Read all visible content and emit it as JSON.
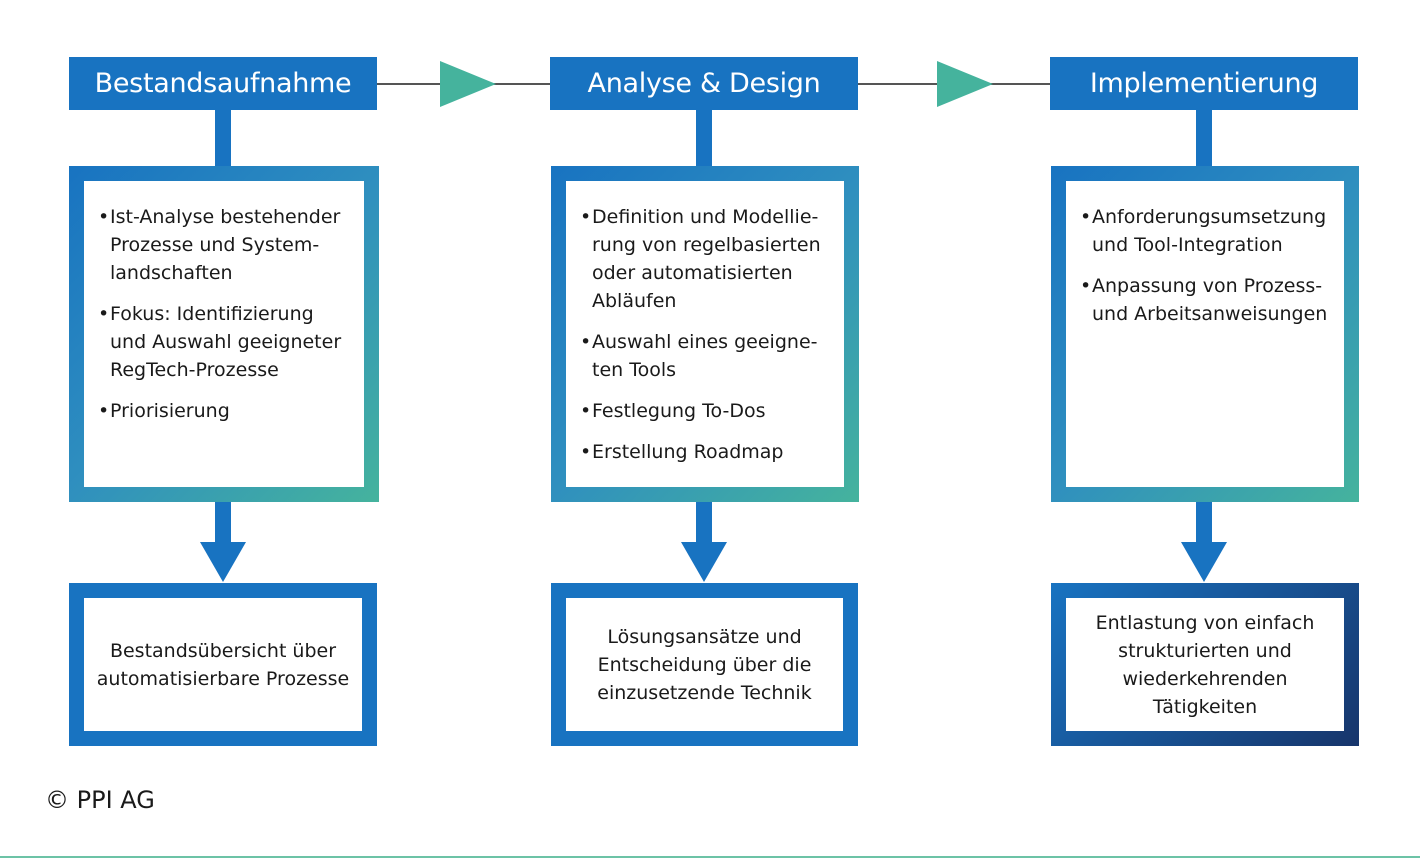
{
  "colors": {
    "primary_blue": "#1873c1",
    "accent_green": "#45b39d",
    "dark_navy": "#17356b",
    "footer_rule": "#6cc3a6"
  },
  "phases": [
    {
      "title": "Bestandsaufnahme",
      "bullets": [
        "Ist-Analyse bestehender Prozesse und System-landschaften",
        "Fokus: Identifizierung und Auswahl geeigneter RegTech-Prozesse",
        "Priorisierung"
      ],
      "result": "Bestandsübersicht über automatisierbare Prozesse"
    },
    {
      "title": "Analyse & Design",
      "bullets": [
        "Definition und Modellie-rung von regelbasierten oder automatisierten Abläufen",
        "Auswahl eines geeigne-ten Tools",
        "Festlegung To-Dos",
        "Erstellung Roadmap"
      ],
      "result": "Lösungsansätze und Entscheidung über die einzusetzende Technik"
    },
    {
      "title": "Implementierung",
      "bullets": [
        "Anforderungsumsetzung und Tool-Integration",
        "Anpassung von Prozess- und Arbeitsanweisungen"
      ],
      "result": "Entlastung von einfach strukturierten und wiederkehrenden Tätigkeiten"
    }
  ],
  "footer": {
    "copyright": "© PPI AG"
  }
}
